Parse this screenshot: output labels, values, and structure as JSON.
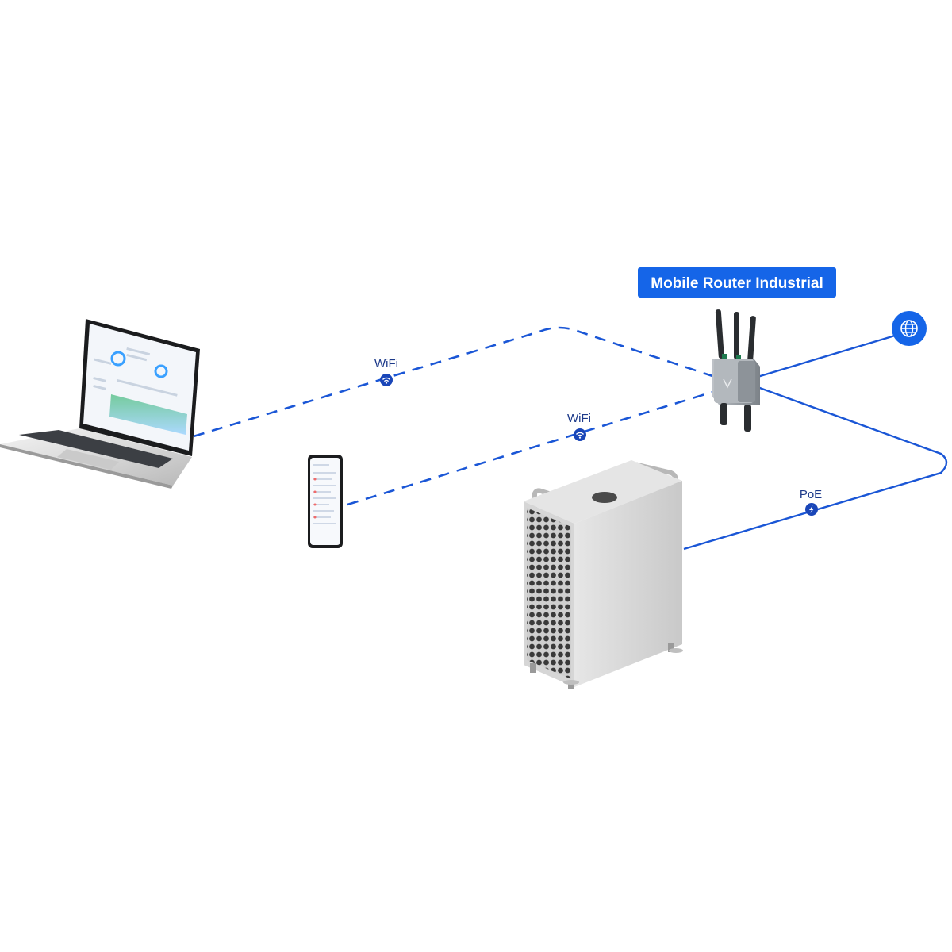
{
  "device_label": "Mobile Router Industrial",
  "links": {
    "laptop_wifi": {
      "label": "WiFi",
      "kind": "wireless",
      "icon": "wifi-icon"
    },
    "phone_wifi": {
      "label": "WiFi",
      "kind": "wireless",
      "icon": "wifi-icon"
    },
    "server_poe": {
      "label": "PoE",
      "kind": "wired",
      "icon": "lightning-icon"
    },
    "internet": {
      "kind": "wired",
      "icon": "globe-icon"
    }
  },
  "colors": {
    "accent": "#1565e8",
    "line": "#1a56d6",
    "label_text": "#1d3a8a",
    "badge_bg": "#1565e8"
  }
}
